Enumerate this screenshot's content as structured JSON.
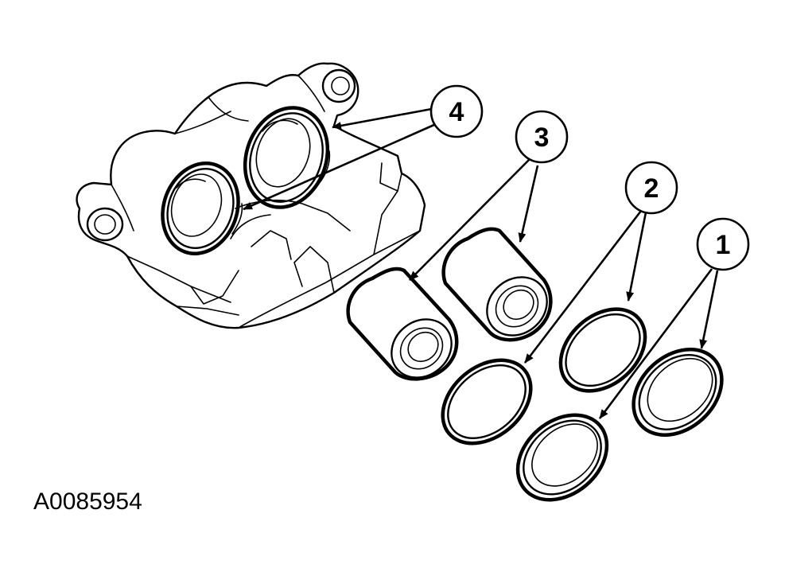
{
  "figure_id": "A0085954",
  "callouts": [
    {
      "number": "1",
      "part": "dust boot"
    },
    {
      "number": "2",
      "part": "piston seal"
    },
    {
      "number": "3",
      "part": "piston"
    },
    {
      "number": "4",
      "part": "caliper bore"
    }
  ]
}
